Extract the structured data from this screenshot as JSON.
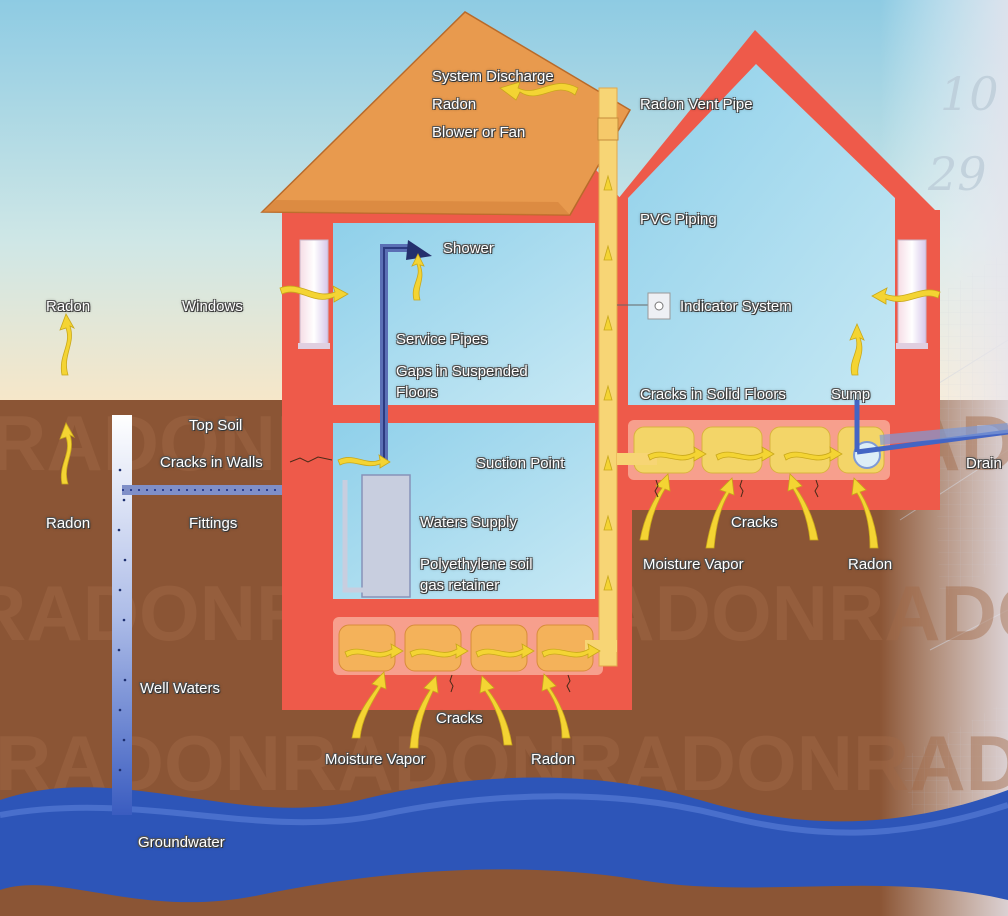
{
  "colors": {
    "sky_top": "#8ecbe3",
    "sky_bottom": "#f7e7c8",
    "soil": "#8f5837",
    "groundwater": "#2d55b8",
    "wall": "#ee5a4a",
    "roof": "#e89a4e",
    "room": "#9fd7ec",
    "gravel": "#f3d568",
    "pipe": "#f4c56c",
    "arrow": "#f4d433"
  },
  "labels": {
    "system_discharge": "System Discharge",
    "radon_top": "Radon",
    "blower": "Blower or Fan",
    "radon_vent_pipe": "Radon Vent Pipe",
    "pvc_piping": "PVC Piping",
    "shower": "Shower",
    "windows": "Windows",
    "radon_left_top": "Radon",
    "service_pipes": "Service Pipes",
    "gaps_line1": "Gaps in Suspended",
    "gaps_line2": "Floors",
    "indicator_system": "Indicator System",
    "cracks_solid_floors": "Cracks in Solid Floors",
    "sump": "Sump",
    "drain": "Drain",
    "top_soil": "Top Soil",
    "cracks_in_walls": "Cracks in Walls",
    "suction_point": "Suction Point",
    "radon_left_bottom": "Radon",
    "fittings": "Fittings",
    "waters_supply": "Waters Supply",
    "poly_line1": "Polyethylene soil",
    "poly_line2": "gas retainer",
    "cracks_right": "Cracks",
    "moisture_vapor_right": "Moisture Vapor",
    "radon_right": "Radon",
    "well_waters": "Well Waters",
    "cracks_bottom": "Cracks",
    "moisture_vapor_bottom": "Moisture Vapor",
    "radon_bottom": "Radon",
    "groundwater": "Groundwater"
  },
  "watermark_text": "RADONRADONRADONRADON"
}
